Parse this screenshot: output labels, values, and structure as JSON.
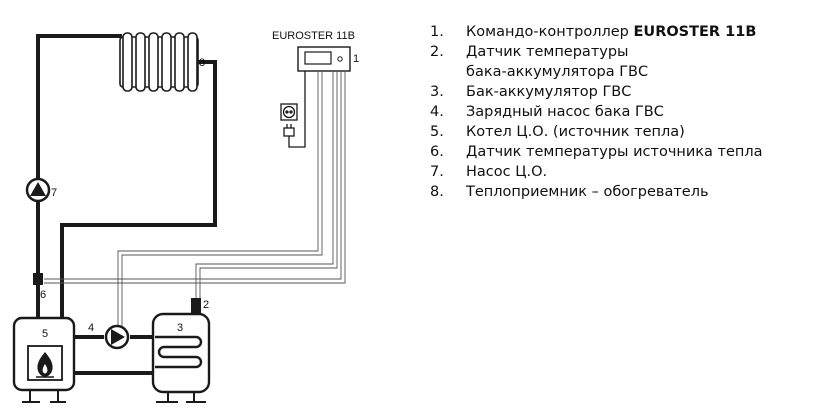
{
  "diagram": {
    "controller_title": "EUROSTER 11B",
    "labels": {
      "controller": "1",
      "tank_sensor": "2",
      "tank": "3",
      "charge_pump": "4",
      "boiler": "5",
      "source_sensor": "6",
      "ch_pump": "7",
      "radiator": "8"
    }
  },
  "legend": [
    {
      "num": "1.",
      "text": "Командо-контроллер ",
      "bold": "EUROSTER 11B"
    },
    {
      "num": "2.",
      "text": "Датчик температуры",
      "bold": ""
    },
    {
      "num": "",
      "text": "бака-аккумулятора ГВС",
      "bold": ""
    },
    {
      "num": "3.",
      "text": "Бак-аккумулятор ГВС",
      "bold": ""
    },
    {
      "num": "4.",
      "text": "Зарядный насос бака ГВС",
      "bold": ""
    },
    {
      "num": "5.",
      "text": "Котел Ц.О. (источник тепла)",
      "bold": ""
    },
    {
      "num": "6.",
      "text": "Датчик температуры источника тепла",
      "bold": ""
    },
    {
      "num": "7.",
      "text": "Насос Ц.О.",
      "bold": ""
    },
    {
      "num": "8.",
      "text": "Теплоприемник – обогреватель",
      "bold": ""
    }
  ]
}
